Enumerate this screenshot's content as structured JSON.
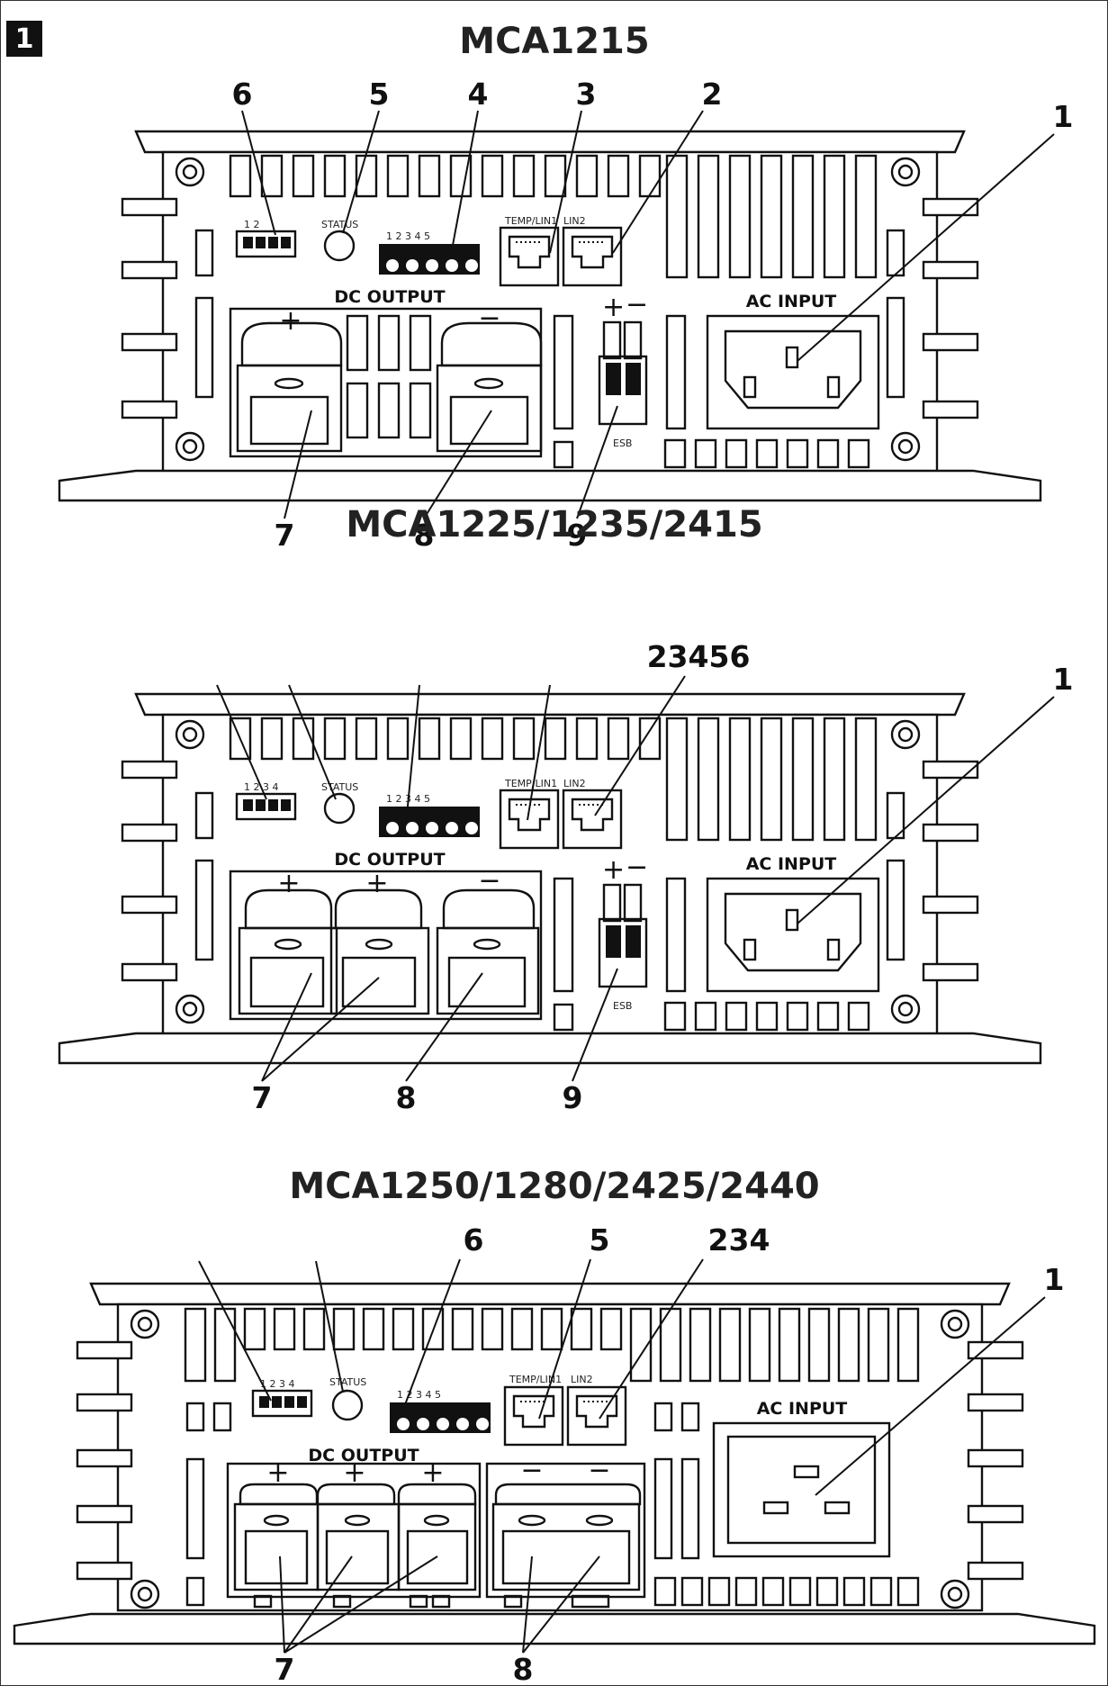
{
  "figure_number": "1",
  "panels": [
    {
      "title": "MCA1215",
      "callouts_top": [
        "6",
        "5",
        "4",
        "3",
        "2"
      ],
      "callout_right": "1",
      "callouts_bottom": [
        "7",
        "8",
        "9"
      ],
      "labels": {
        "dc_output": "DC OUTPUT",
        "ac_input": "AC INPUT",
        "status": "STATUS",
        "temp_lin1": "TEMP/LIN1",
        "lin2": "LIN2",
        "esb": "ESB",
        "dip_numbers": "1  2",
        "terminal_numbers": "1   2   3   4   5",
        "pos_sign": "+",
        "neg_sign": "−"
      },
      "dc_terminals": [
        "+",
        "−"
      ]
    },
    {
      "title": "MCA1225/1235/2415",
      "callouts_top": [
        "23456"
      ],
      "callout_right": "1",
      "callouts_bottom": [
        "7",
        "8",
        "9"
      ],
      "labels": {
        "dc_output": "DC OUTPUT",
        "ac_input": "AC INPUT",
        "status": "STATUS",
        "temp_lin1": "TEMP/LIN1",
        "lin2": "LIN2",
        "esb": "ESB",
        "dip_numbers": "1  2  3  4",
        "terminal_numbers": "1   2   3   4   5",
        "pos_sign": "+",
        "neg_sign": "−"
      },
      "dc_terminals": [
        "+",
        "+",
        "−"
      ]
    },
    {
      "title": "MCA1250/1280/2425/2440",
      "callouts_top": [
        "6",
        "5",
        "234"
      ],
      "callout_right": "1",
      "callouts_bottom": [
        "7",
        "8"
      ],
      "labels": {
        "dc_output": "DC OUTPUT",
        "ac_input": "AC INPUT",
        "status": "STATUS",
        "temp_lin1": "TEMP/LIN1",
        "lin2": "LIN2",
        "dip_numbers": "1  2  3  4",
        "terminal_numbers": "1   2   3   4   5"
      },
      "dc_terminals": [
        "+",
        "+",
        "+",
        "−",
        "−"
      ]
    }
  ]
}
